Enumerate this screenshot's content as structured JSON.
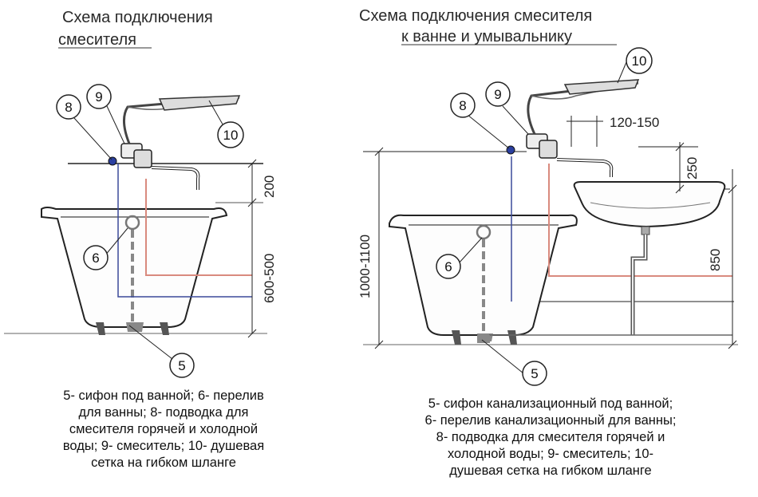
{
  "left": {
    "title": [
      "Схема подключения",
      "смесителя"
    ],
    "dims": {
      "top": "200",
      "height": "600-500"
    },
    "callouts": {
      "siphon": "5",
      "overflow": "6",
      "supply": "8",
      "mixer": "9",
      "shower": "10"
    },
    "caption": [
      "5- сифон под ванной; 6- перелив",
      "для ванны;  8- подводка для",
      "смесителя горячей и холодной",
      "воды; 9- смеситель; 10- душевая",
      "сетка на гибком шланге"
    ]
  },
  "right": {
    "title": [
      "Схема подключения смесителя",
      "к ванне и умывальнику"
    ],
    "dims": {
      "total": "1000-1100",
      "offset": "120-150",
      "sink_top": "250",
      "sink_height": "850"
    },
    "callouts": {
      "siphon": "5",
      "overflow": "6",
      "supply": "8",
      "mixer": "9",
      "shower": "10"
    },
    "caption": [
      "5- сифон канализационный под ванной;",
      "6- перелив канализационный для ванны;",
      "8- подводка для смесителя горячей и",
      "холодной воды; 9- смеситель; 10-",
      "душевая сетка на гибком шланге"
    ]
  },
  "colors": {
    "hot": "#d98a7e",
    "cold": "#3b4a9a",
    "line": "#222222",
    "drain": "#888888"
  }
}
